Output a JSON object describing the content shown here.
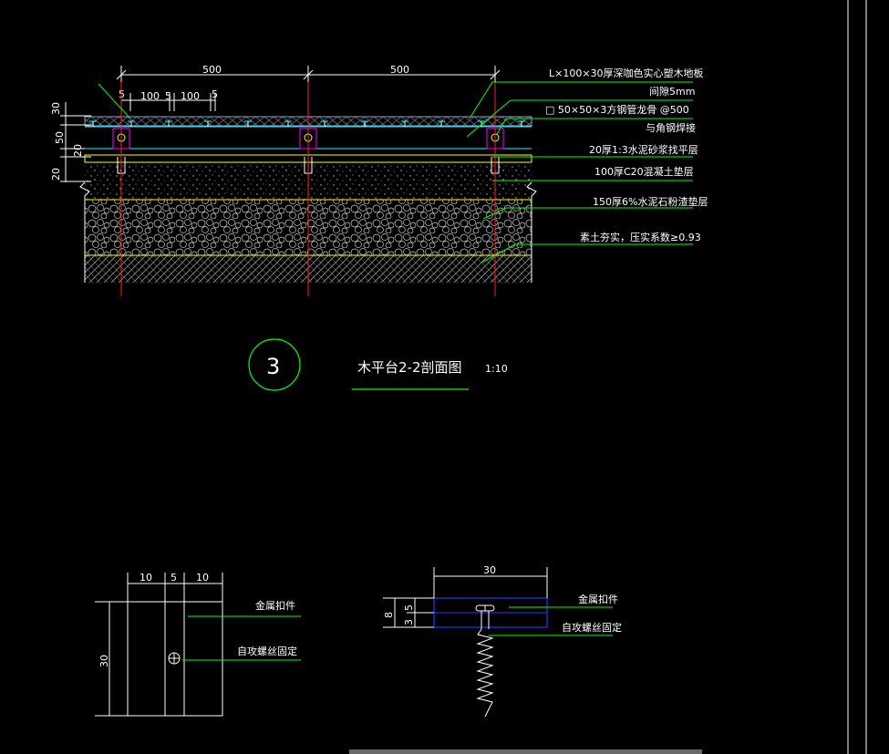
{
  "section": {
    "top_dims": [
      "500",
      "500"
    ],
    "sub_dims": [
      "5",
      "100",
      "5",
      "100",
      "5"
    ],
    "left_dims": [
      "30",
      "50",
      "20",
      "20"
    ],
    "layers": [
      "L×100×30厚深咖色实心塑木地板",
      "间隙5mm",
      "□ 50×50×3方钢管龙骨 @500",
      "与角钢焊接",
      "20厚1:3水泥砂浆找平层",
      "100厚C20混凝土垫层",
      "150厚6%水泥石粉渣垫层",
      "素土夯实，压实系数≥0.93"
    ]
  },
  "callout": {
    "number": "3",
    "title": "木平台2-2剖面图",
    "scale": "1:10"
  },
  "detail_left": {
    "top_dims": [
      "10",
      "5",
      "10"
    ],
    "side_dim": "30",
    "labels": [
      "金属扣件",
      "自攻螺丝固定"
    ]
  },
  "detail_right": {
    "top_dim": "30",
    "side_dims": [
      "8",
      "3",
      "5"
    ],
    "labels": [
      "金属扣件",
      "自攻螺丝固定"
    ]
  },
  "colors": {
    "background": "#000000",
    "line_white": "#ffffff",
    "line_green": "#00ff00",
    "line_red": "#ff2020",
    "line_cyan": "#00ffff",
    "line_yellow": "#ffff00",
    "line_magenta": "#ff00ff",
    "line_blue": "#1f3cff"
  }
}
